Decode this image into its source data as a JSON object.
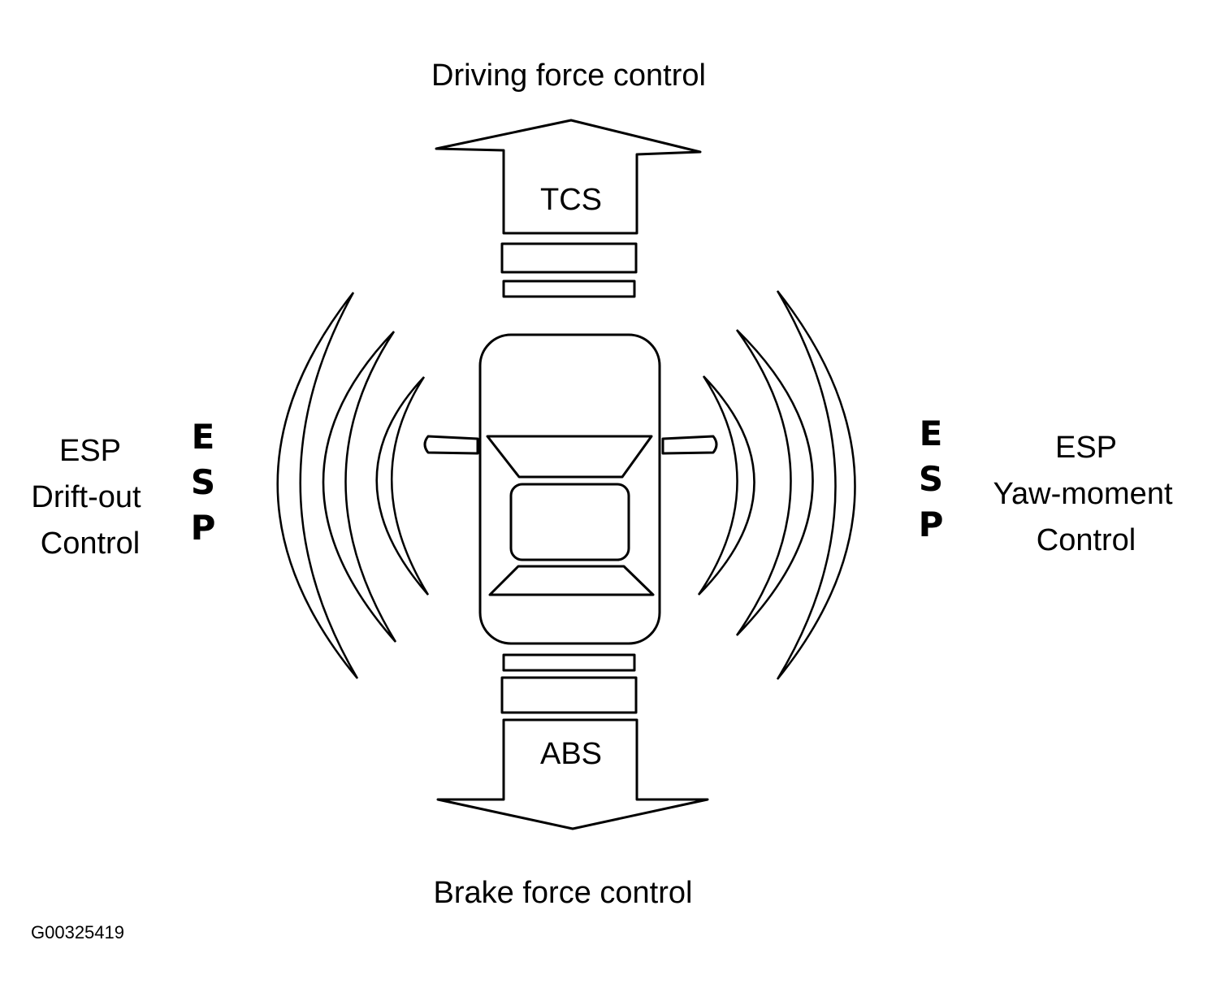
{
  "labels": {
    "top": "Driving force control",
    "bottom": "Brake force control",
    "tcs": "TCS",
    "abs": "ABS",
    "left": {
      "line1": "ESP",
      "line2": "Drift-out",
      "line3": "Control"
    },
    "right": {
      "line1": "ESP",
      "line2": "Yaw-moment",
      "line3": "Control"
    },
    "esp_vertical": [
      "E",
      "S",
      "P"
    ]
  },
  "figure_code": "G00325419"
}
